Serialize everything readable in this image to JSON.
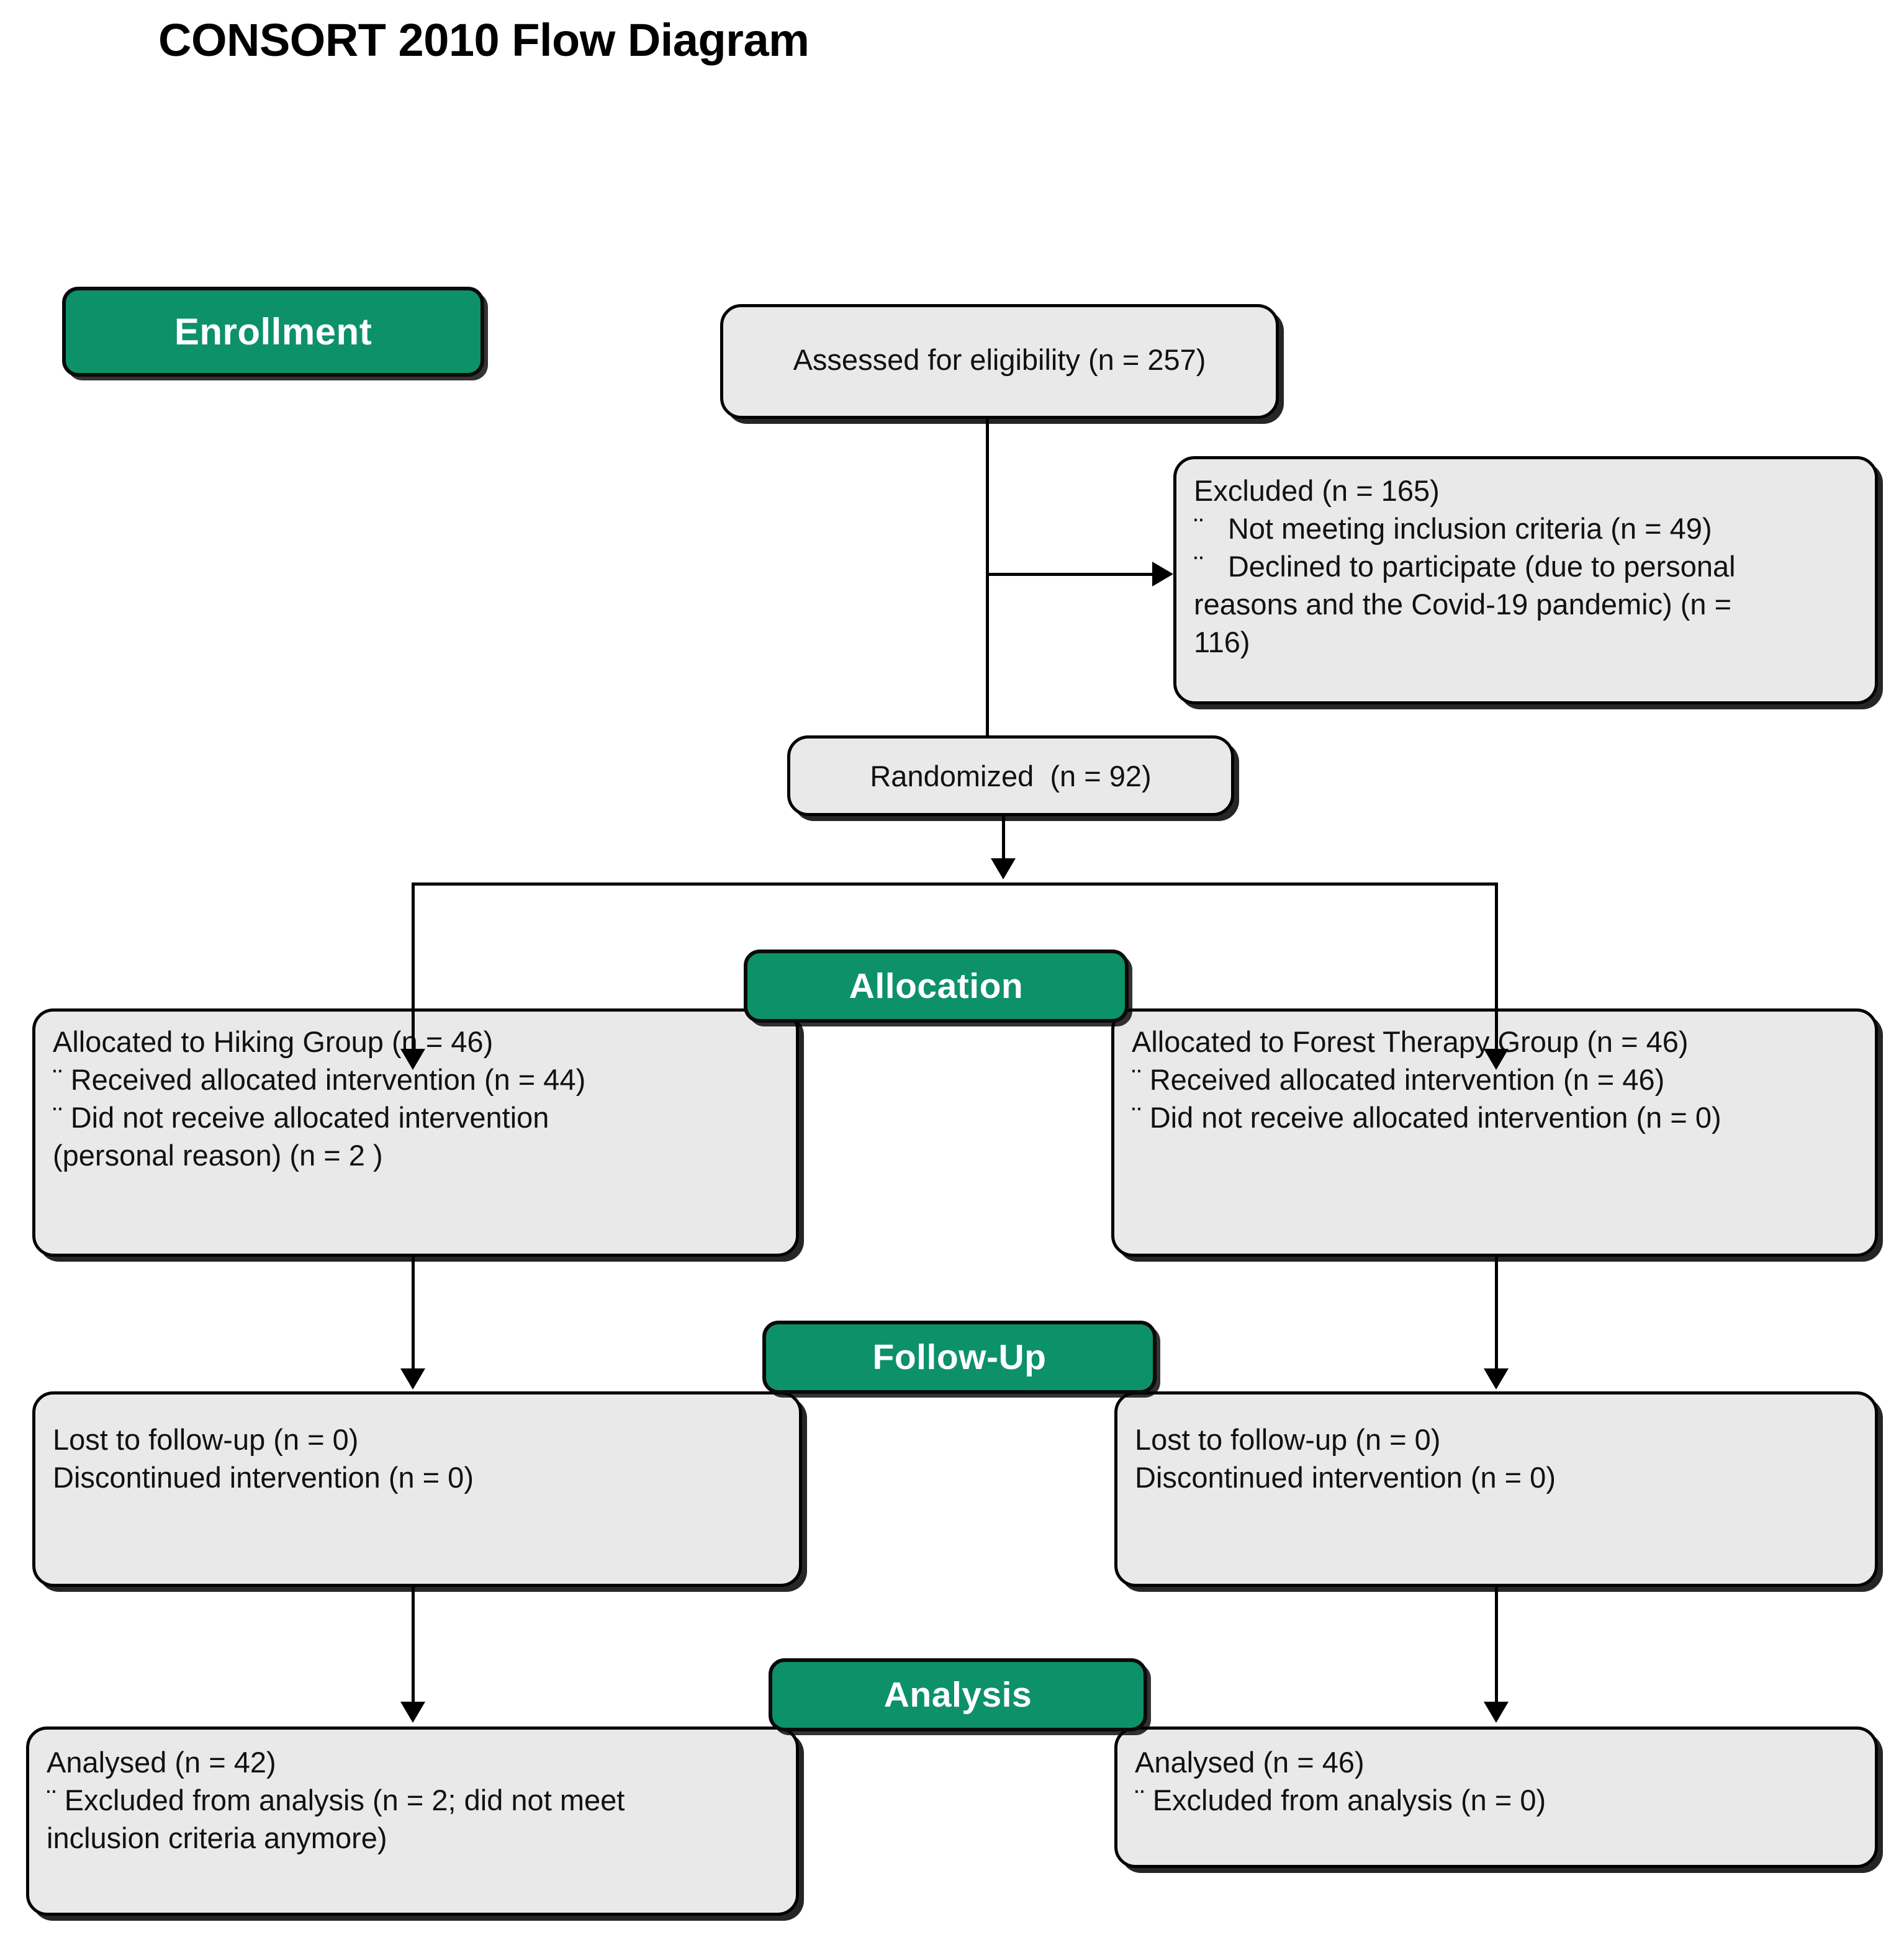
{
  "title": "CONSORT 2010 Flow Diagram",
  "colors": {
    "stage_green": "#0d9168",
    "node_fill": "#e9e9e9",
    "node_border": "#000000",
    "text": "#111111",
    "stage_label_text": "#ffffff"
  },
  "stages": {
    "enrollment": "Enrollment",
    "allocation": "Allocation",
    "follow_up": "Follow-Up",
    "analysis": "Analysis"
  },
  "nodes": {
    "assessed": "Assessed for eligibility (n = 257)",
    "excluded": "Excluded (n = 165)\n¨   Not meeting inclusion criteria (n = 49)\n¨   Declined to participate (due to personal\nreasons and the Covid-19 pandemic) (n =\n116)",
    "randomized": "Randomized  (n = 92)",
    "allocated_left": "Allocated to Hiking Group (n = 46)\n¨ Received allocated intervention (n = 44)\n¨ Did not receive allocated intervention\n(personal reason) (n = 2 )",
    "allocated_right": "Allocated to Forest Therapy Group (n = 46)\n¨ Received allocated intervention (n = 46)\n¨ Did not receive allocated intervention (n = 0)",
    "followup_left": "Lost to follow-up (n = 0)\nDiscontinued intervention (n = 0)",
    "followup_right": "Lost to follow-up (n = 0)\nDiscontinued intervention (n = 0)",
    "analysis_left": "Analysed (n = 42)\n¨ Excluded from analysis (n = 2; did not meet\ninclusion criteria anymore)",
    "analysis_right": "Analysed (n = 46)\n¨ Excluded from analysis (n = 0)"
  },
  "flow": {
    "counts": {
      "assessed_for_eligibility": 257,
      "excluded_total": 165,
      "excluded_not_meeting_criteria": 49,
      "excluded_declined": 116,
      "randomized": 92,
      "hiking_allocated": 46,
      "hiking_received": 44,
      "hiking_not_received": 2,
      "forest_allocated": 46,
      "forest_received": 46,
      "forest_not_received": 0,
      "hiking_lost_followup": 0,
      "hiking_discontinued": 0,
      "forest_lost_followup": 0,
      "forest_discontinued": 0,
      "hiking_analysed": 42,
      "hiking_excluded_analysis": 2,
      "forest_analysed": 46,
      "forest_excluded_analysis": 0
    }
  }
}
